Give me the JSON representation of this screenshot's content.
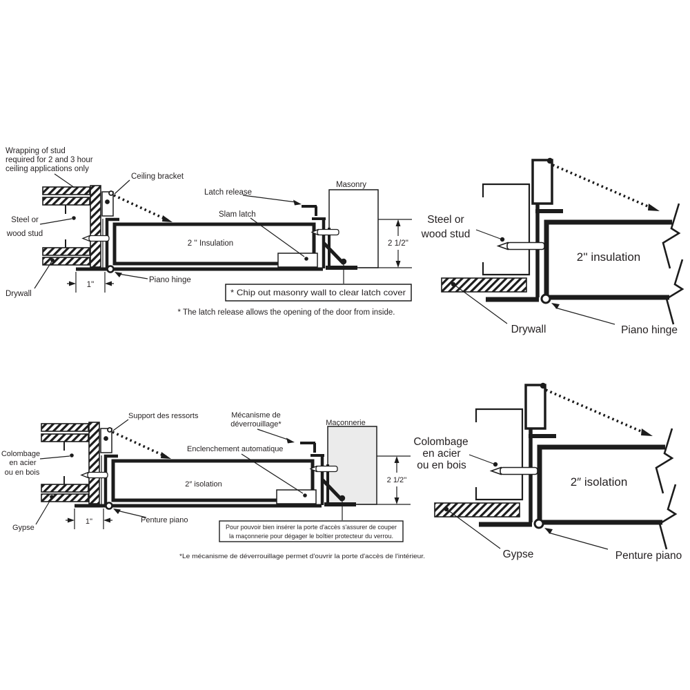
{
  "title": "Access door ceiling installation diagram (English / French)",
  "colors": {
    "ink": "#231f20",
    "line": "#1c1c1c",
    "masonry_fill": "#ebebeb",
    "background": "#ffffff"
  },
  "panels": {
    "english_detail": {
      "wrap_note_1": "Wrapping of stud",
      "wrap_note_2": "required for 2 and 3 hour",
      "wrap_note_3": "ceiling applications only",
      "ceiling_bracket": "Ceiling bracket",
      "latch_release": "Latch release",
      "slam_latch": "Slam latch",
      "masonry": "Masonry",
      "stud_1": "Steel or",
      "stud_2": "wood stud",
      "insulation": "2 '' Insulation",
      "height_dim": "2 1/2''",
      "width_dim": "1''",
      "drywall": "Drywall",
      "piano_hinge": "Piano hinge",
      "chip_note": "* Chip out masonry wall to clear latch cover",
      "footnote": "* The latch release allows the opening of the door from inside."
    },
    "english_simple": {
      "stud_1": "Steel or",
      "stud_2": "wood stud",
      "insulation": "2'' insulation",
      "drywall": "Drywall",
      "piano_hinge": "Piano hinge"
    },
    "french_detail": {
      "spring_support": "Support des ressorts",
      "release_1": "Mécanisme de",
      "release_2": "déverrouillage*",
      "masonry": "Maçonnerie",
      "auto_latch": "Enclenchement automatique",
      "stud_1": "Colombage",
      "stud_2": "en acier",
      "stud_3": "ou en bois",
      "insulation": "2″ isolation",
      "height_dim": "2 1/2''",
      "width_dim": "1''",
      "drywall": "Gypse",
      "piano_hinge": "Penture piano",
      "chip_note_1": "Pour pouvoir bien insérer la porte d'accès s'assurer de couper",
      "chip_note_2": "la maçonnerie pour dégager le boîtier protecteur du verrou.",
      "footnote": "*Le mécanisme de déverrouillage permet d'ouvrir la porte d'accès de l'intérieur."
    },
    "french_simple": {
      "stud_1": "Colombage",
      "stud_2": "en acier",
      "stud_3": "ou en bois",
      "insulation": "2″ isolation",
      "drywall": "Gypse",
      "piano_hinge": "Penture piano"
    }
  }
}
